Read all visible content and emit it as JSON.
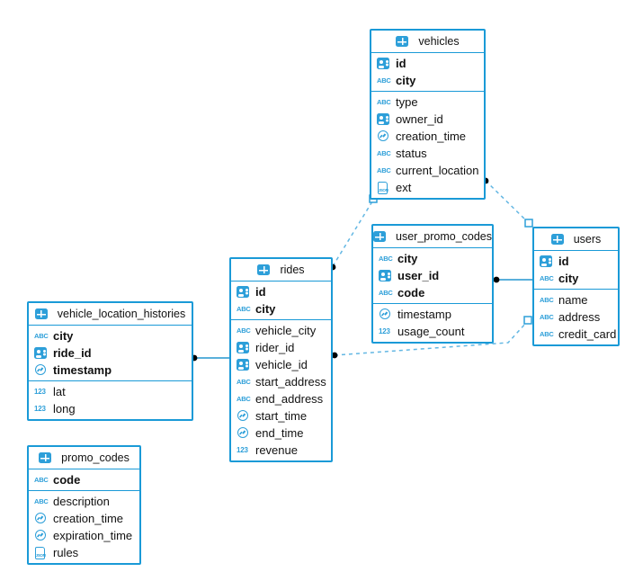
{
  "colors": {
    "table_border": "#1a9ad7",
    "icon_blue": "#2d9fd9",
    "relation_dashed": "#63b7e3",
    "relation_solid": "#2496cf",
    "endpoint_dot": "#000000"
  },
  "tables": [
    {
      "name": "vehicles",
      "header_icon": "table",
      "pk": [
        {
          "icon": "id-badge",
          "label": "id"
        },
        {
          "icon": "abc",
          "label": "city"
        }
      ],
      "fields": [
        {
          "icon": "abc",
          "label": "type"
        },
        {
          "icon": "id-badge",
          "label": "owner_id"
        },
        {
          "icon": "clock",
          "label": "creation_time"
        },
        {
          "icon": "abc",
          "label": "status"
        },
        {
          "icon": "abc",
          "label": "current_location"
        },
        {
          "icon": "json",
          "label": "ext"
        }
      ]
    },
    {
      "name": "user_promo_codes",
      "header_icon": "table",
      "pk": [
        {
          "icon": "abc",
          "label": "city"
        },
        {
          "icon": "id-badge",
          "label": "user_id"
        },
        {
          "icon": "abc",
          "label": "code"
        }
      ],
      "fields": [
        {
          "icon": "clock",
          "label": "timestamp"
        },
        {
          "icon": "123",
          "label": "usage_count"
        }
      ]
    },
    {
      "name": "users",
      "header_icon": "table",
      "pk": [
        {
          "icon": "id-badge",
          "label": "id"
        },
        {
          "icon": "abc",
          "label": "city"
        }
      ],
      "fields": [
        {
          "icon": "abc",
          "label": "name"
        },
        {
          "icon": "abc",
          "label": "address"
        },
        {
          "icon": "abc",
          "label": "credit_card"
        }
      ]
    },
    {
      "name": "rides",
      "header_icon": "table",
      "pk": [
        {
          "icon": "id-badge",
          "label": "id"
        },
        {
          "icon": "abc",
          "label": "city"
        }
      ],
      "fields": [
        {
          "icon": "abc",
          "label": "vehicle_city"
        },
        {
          "icon": "id-badge",
          "label": "rider_id"
        },
        {
          "icon": "id-badge",
          "label": "vehicle_id"
        },
        {
          "icon": "abc",
          "label": "start_address"
        },
        {
          "icon": "abc",
          "label": "end_address"
        },
        {
          "icon": "clock",
          "label": "start_time"
        },
        {
          "icon": "clock",
          "label": "end_time"
        },
        {
          "icon": "123",
          "label": "revenue"
        }
      ]
    },
    {
      "name": "vehicle_location_histories",
      "header_icon": "table",
      "pk": [
        {
          "icon": "abc",
          "label": "city"
        },
        {
          "icon": "id-badge",
          "label": "ride_id"
        },
        {
          "icon": "clock",
          "label": "timestamp"
        }
      ],
      "fields": [
        {
          "icon": "123",
          "label": "lat"
        },
        {
          "icon": "123",
          "label": "long"
        }
      ]
    },
    {
      "name": "promo_codes",
      "header_icon": "table",
      "pk": [
        {
          "icon": "abc",
          "label": "code"
        }
      ],
      "fields": [
        {
          "icon": "abc",
          "label": "description"
        },
        {
          "icon": "clock",
          "label": "creation_time"
        },
        {
          "icon": "clock",
          "label": "expiration_time"
        },
        {
          "icon": "json",
          "label": "rules"
        }
      ]
    }
  ],
  "relationships": [
    {
      "from": "rides",
      "to": "vehicles",
      "style": "dashed"
    },
    {
      "from": "vehicles",
      "to": "users",
      "style": "dashed"
    },
    {
      "from": "user_promo_codes",
      "to": "users",
      "style": "solid"
    },
    {
      "from": "rides",
      "to": "users",
      "style": "dashed"
    },
    {
      "from": "vehicle_location_histories",
      "to": "rides",
      "style": "solid"
    }
  ]
}
